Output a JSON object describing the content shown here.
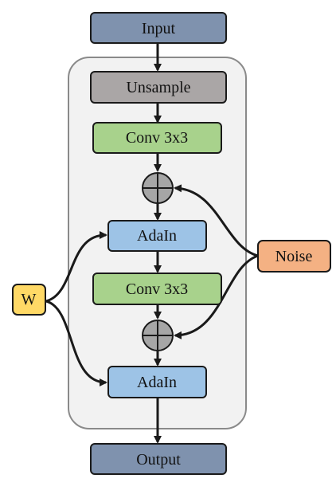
{
  "diagram": {
    "input": {
      "label": "Input",
      "color": "#7f92ae"
    },
    "output": {
      "label": "Output",
      "color": "#7f92ae"
    },
    "upsample": {
      "label": "Unsample",
      "color": "#aaa6a6"
    },
    "conv1": {
      "label": "Conv 3x3",
      "color": "#a8d28c"
    },
    "conv2": {
      "label": "Conv 3x3",
      "color": "#a8d28c"
    },
    "adain1": {
      "label": "AdaIn",
      "color": "#9dc3e6"
    },
    "adain2": {
      "label": "AdaIn",
      "color": "#9dc3e6"
    },
    "noise": {
      "label": "Noise",
      "color": "#f4b183"
    },
    "w": {
      "label": "W",
      "color": "#ffd966"
    },
    "block_background": "#f2f2f2",
    "sum_node_color": "#a6a6a6"
  }
}
